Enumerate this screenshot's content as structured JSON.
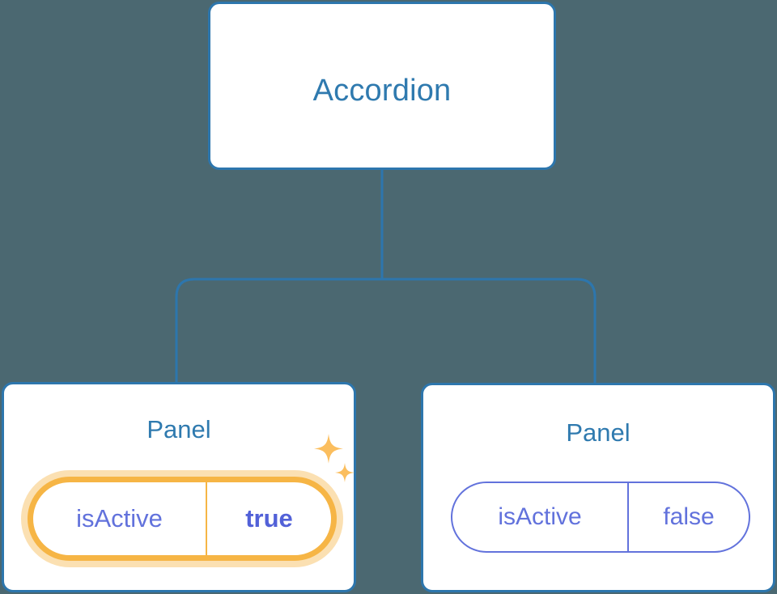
{
  "diagram": {
    "type": "component-tree",
    "background_color": "#4b6871",
    "node_border_color": "#2d76ad",
    "node_title_color": "#2f7aaf",
    "prop_text_color": "#6272dc",
    "highlight_color": "#f6b545",
    "highlight_glow_color": "#fbe0b2",
    "edge_color": "#2d76ad"
  },
  "root": {
    "label": "Accordion"
  },
  "panels": [
    {
      "label": "Panel",
      "prop": {
        "key": "isActive",
        "value": "true",
        "highlighted": true,
        "value_bold": true
      },
      "sparkle_icons": [
        {
          "name": "sparkle-large-icon"
        },
        {
          "name": "sparkle-small-icon"
        }
      ]
    },
    {
      "label": "Panel",
      "prop": {
        "key": "isActive",
        "value": "false",
        "highlighted": false,
        "value_bold": false
      }
    }
  ]
}
